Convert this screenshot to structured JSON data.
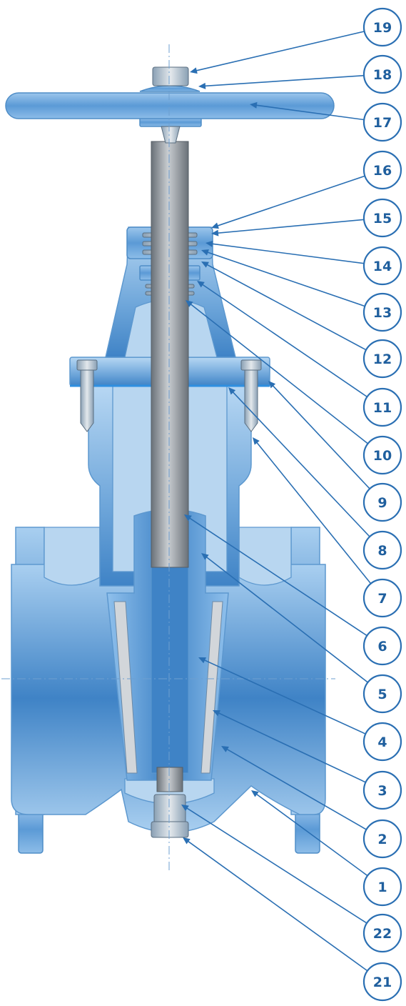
{
  "callouts": [
    {
      "label": "19"
    },
    {
      "label": "18"
    },
    {
      "label": "17"
    },
    {
      "label": "16"
    },
    {
      "label": "15"
    },
    {
      "label": "14"
    },
    {
      "label": "13"
    },
    {
      "label": "12"
    },
    {
      "label": "11"
    },
    {
      "label": "10"
    },
    {
      "label": "9"
    },
    {
      "label": "8"
    },
    {
      "label": "7"
    },
    {
      "label": "6"
    },
    {
      "label": "5"
    },
    {
      "label": "4"
    },
    {
      "label": "3"
    },
    {
      "label": "2"
    },
    {
      "label": "1"
    },
    {
      "label": "22"
    },
    {
      "label": "21"
    }
  ],
  "colors": {
    "callout_stroke": "#2a6fb3",
    "callout_text": "#1f5f9e",
    "valve_body": "#a8cdee",
    "valve_body_dark": "#3c7fc2",
    "stem": "#8d959c",
    "seal": "#2f8fe0"
  }
}
